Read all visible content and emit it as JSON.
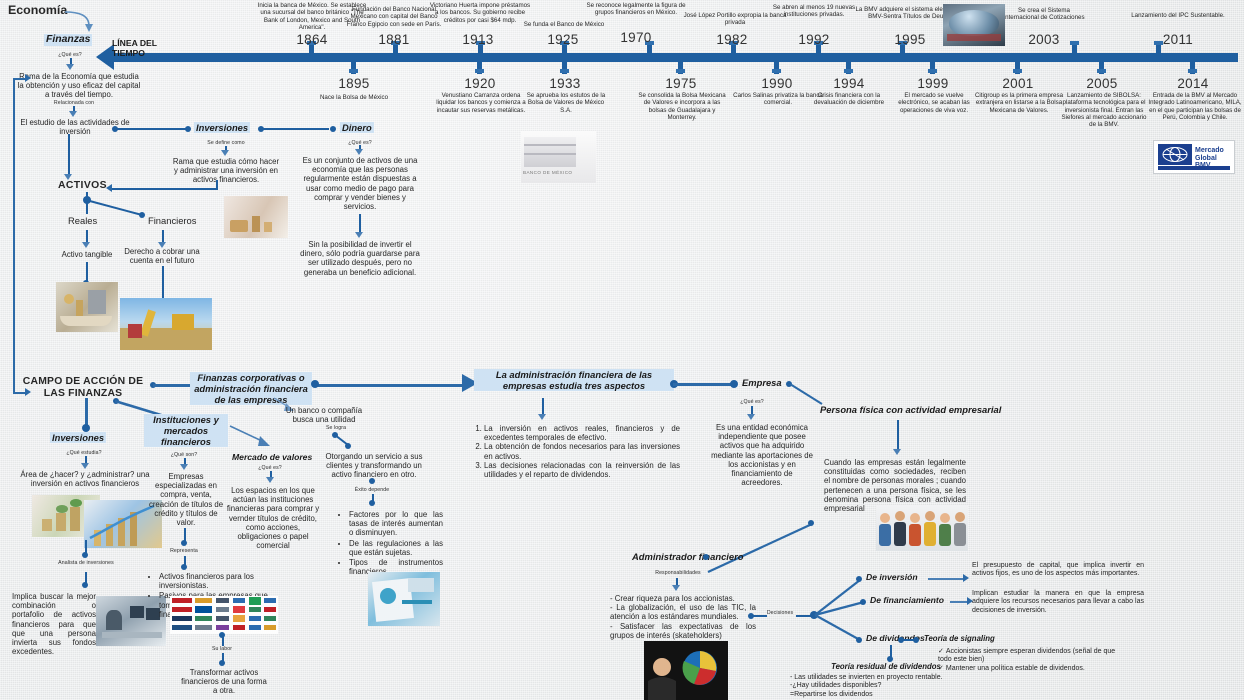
{
  "page": {
    "title": "Mapa conceptual: Economía, Finanzas y Línea del Tiempo de la BMV"
  },
  "root": {
    "economia": "Economía",
    "finanzas": "Finanzas",
    "que_es": "¿Qué es?",
    "definicion": "Rama de la Economía que estudia la obtención y uso eficaz del capital a través del tiempo.",
    "relacionada_con": "Relacionada con",
    "estudio": "El estudio de las actividades de inversión",
    "activos": "ACTIVOS",
    "reales": "Reales",
    "financieros": "Financieros",
    "activo_tangible": "Activo tangible",
    "derecho_cobrar": "Derecho a cobrar una cuenta en el futuro"
  },
  "inversiones_top": {
    "title": "Inversiones",
    "connector": "Se define como",
    "text": "Rama que estudia cómo hacer y administrar una inversión en activos financieros."
  },
  "dinero": {
    "title": "Dinero",
    "connector": "¿Qué es?",
    "text": "Es un conjunto de activos de una economía que las personas regularmente están dispuestas a usar como medio de pago para comprar y vender bienes y servicios.",
    "text2": "Sin la posibilidad de invertir el dinero, sólo podría guardarse para ser utilizado después, pero no generaba un beneficio adicional."
  },
  "timeline": {
    "label": "LÍNEA DEL TIEMPO",
    "events_above": [
      {
        "year": "1864",
        "text": "Inicia la banca de México. Se establece una sucursal del banco británico \"The Bank of London, Mexico and South America\"."
      },
      {
        "year": "1881",
        "text": "Fundación del Banco Nacional Mexicano con capital del Banco Franco Egipcio con sede en París."
      },
      {
        "year": "1913",
        "text": "Victoriano Huerta impone préstamos a los bancos. Su gobierno recibe créditos por casi $64 mdp."
      },
      {
        "year": "1925",
        "text": "Se funda el Banco de México"
      },
      {
        "year": "1970",
        "text": "Se reconoce legalmente la figura de grupos financieros en México."
      },
      {
        "year": "1982",
        "text": "José López Portillo expropia la banca privada"
      },
      {
        "year": "1992",
        "text": "Se abren al menos 19 nuevas instituciones privadas."
      },
      {
        "year": "1995",
        "text": "La BMV adquiere el sistema electrónico BMV-Sentra Títulos de Deuda."
      },
      {
        "year": "2003",
        "text": "Se crea el Sistema Internacional de Cotizaciones"
      },
      {
        "year": "2011",
        "text": "Lanzamiento del IPC Sustentable."
      }
    ],
    "events_below": [
      {
        "year": "1895",
        "text": "Nace la Bolsa de México"
      },
      {
        "year": "1920",
        "text": "Venustiano Carranza ordena liquidar los bancos y comienza a incautar sus reservas metálicas."
      },
      {
        "year": "1933",
        "text": "Se aprueba los estutos de la Bolsa de Valores de México S.A."
      },
      {
        "year": "1975",
        "text": "Se consolida la Bolsa Mexicana de Valores e incorpora a las bolsas de Guadalajara y Monterrey."
      },
      {
        "year": "1990",
        "text": "Carlos Salinas privatiza la banca comercial."
      },
      {
        "year": "1994",
        "text": "Crisis financiera con la devaluación de diciembre"
      },
      {
        "year": "1999",
        "text": "El mercado se vuelve electrónico, se acaban las operaciones de viva voz."
      },
      {
        "year": "2001",
        "text": "Citigroup es la primera empresa extranjera en listarse a la Bolsa Mexicana de Valores."
      },
      {
        "year": "2005",
        "text": "Lanzamiento de SIBOLSA: plataforma tecnológica para el inversionista final. Entran las Siefores al mercado accionario de la BMV."
      },
      {
        "year": "2014",
        "text": "Entrada de la BMV al Mercado Integrado Latinoamericano, MILA, en el que participan las bolsas de Perú, Colombia y Chile."
      }
    ]
  },
  "campo": {
    "title": "CAMPO DE ACCIÓN DE LAS FINANZAS"
  },
  "inversiones_bot": {
    "title": "Inversiones",
    "connector": "¿Qué estudia?",
    "text": "Área de ¿hacer? y ¿administrar? una inversión en activos financieros",
    "role": "Analista de inversiones",
    "text2": "Implica buscar la mejor combinación o portafolio de activos financieros para que que una persona invierta sus fondos excedentes."
  },
  "instituciones": {
    "title": "Instituciones y mercados financieros",
    "connector": "¿Qué son?",
    "text": "Empresas especializadas en compra, venta, creación de títulos de crédito y títulos de valor.",
    "connector2": "Representa",
    "bullets": [
      "Activos financieros para los inversionistas.",
      "Pasivos para las empresas que toman los recursos para financiarse."
    ],
    "connector3": "Su labor",
    "text2": "Transformar activos financieros de una forma a otra."
  },
  "mercado_valores": {
    "title": "Mercado de valores",
    "connector": "¿Qué es?",
    "text": "Los espacios en los que actúan las instituciones financieras para comprar y vernder títulos de crédito, como acciones, obligaciones o papel comercial"
  },
  "corporativas": {
    "title": "Finanzas corporativas o administración financiera de las empresas",
    "text": "Un banco o compañía busca una utilidad",
    "connector": "Se logra",
    "text2": "Otorgando un servicio a sus clientes y transformando un activo financiero en otro.",
    "connector2": "Éxito depende",
    "bullets": [
      "Factores por lo que las tasas de interés aumentan o disminuyen.",
      "De las regulaciones a las que están sujetas.",
      "Tipos de instrumentos financieros."
    ]
  },
  "administracion": {
    "title": "La administración financiera de las empresas estudia tres aspectos",
    "items": [
      "La inversión en activos reales, financieros y de excedentes temporales de efectivo.",
      "La obtención de fondos necesarios para las inversiones en activos.",
      "Las decisiones relacionadas con la reinversión de las utilidades y el reparto de dividendos."
    ]
  },
  "empresa": {
    "title": "Empresa",
    "connector": "¿Qué es?",
    "text": "Es una entidad económica independiente que posee activos que ha adquirido mediante las aportaciones de los accionistas y en financiamiento de acreedores."
  },
  "persona_fisica": {
    "title": "Persona física con actividad empresarial",
    "text": "Cuando las empresas están legalmente constituidas como sociedades, reciben el nombre de personas morales ; cuando pertenecen a una persona física, se les denomina persona física con actividad empresarial"
  },
  "admin_financiero": {
    "title": "Administrador financiero",
    "connector": "Responsabilidades",
    "text": "- Crear riqueza para los accionistas.\n- La globalización, el uso de las TIC, la atención  a los estándares mundiales.\n- Satisfacer las expectativas de los grupos de interés (skateholders)",
    "connector2": "Decisiones",
    "decisions": [
      {
        "label": "De inversión",
        "text": "El presupuesto de capital, que implica invertir en activos fijos, es uno de los aspectos más importantes."
      },
      {
        "label": "De financiamiento",
        "text": "Implican estudiar la manera en que la empresa adquiere los recursos necesarios para llevar a cabo las decisiones de inversión."
      },
      {
        "label": "De dividendos",
        "text": ""
      }
    ],
    "teoria_signaling": {
      "title": "Teoría de signaling",
      "bullets": [
        "Accionistas siempre esperan dividendos (señal de que todo este bien)",
        "Mantener una política estable de dividendos."
      ]
    },
    "teoria_residual": {
      "title": "Teoría residual de dividendos",
      "bullets": [
        "- Las utilidades se invierten en proyecto rentable.",
        "-¿Hay utilidades disponibles?",
        "=Repartirse los dividendos"
      ]
    }
  },
  "images": {
    "bmv_building": "bmv-building-photo",
    "banxico": "banco-de-mexico-photo",
    "banxico_caption": "BANCO DE MÉXICO",
    "mercado_global_bmv": "Mercado Global BMV",
    "hand_coins": "hand-saving-coins-photo",
    "coins_gold": "tangible-assets-photo",
    "machinery": "heavy-machinery-photo",
    "plants_coins": "investment-plants-photo",
    "growth_chart": "growth-chart-photo",
    "analyst_desk": "analyst-at-desk-photo",
    "bank_logos": "bank-logos-grid",
    "people_group": "business-people-photo",
    "pie_presenter": "man-pie-chart-photo",
    "docs_tablet": "financial-docs-photo"
  },
  "colors": {
    "accent": "#1f5fa0",
    "highlight": "#cfe2f3",
    "background": "#eaecee"
  }
}
